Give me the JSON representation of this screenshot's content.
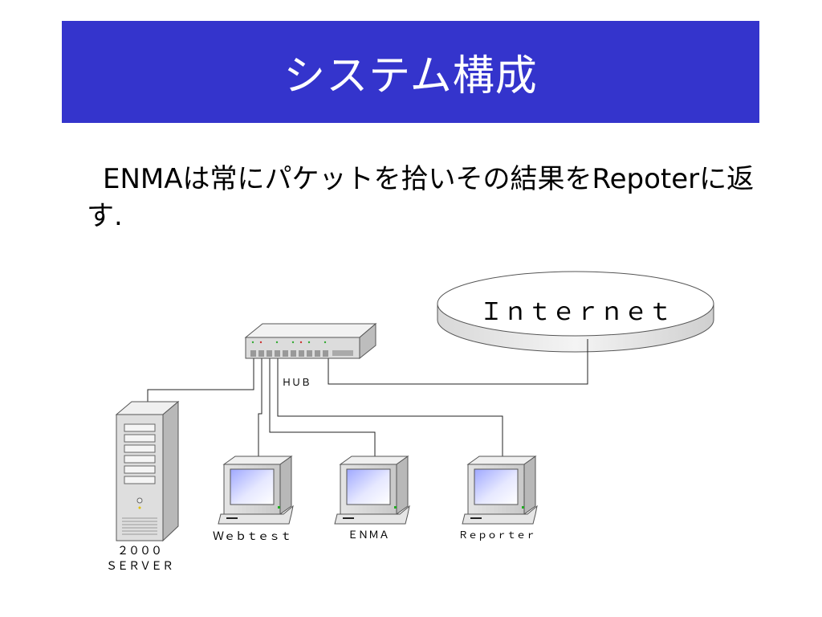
{
  "slide": {
    "title": "システム構成",
    "body_text": "ENMAは常にパケットを拾いその結果をRepoterに返す."
  },
  "diagram": {
    "internet_label": "Ｉｎｔｅｒｎｅｔ",
    "hub_label": "ＨＵＢ",
    "server_label_line1": "２０００",
    "server_label_line2": "ＳＥＲＶＥＲ",
    "pc_webtest_label": "Ｗｅｂｔｅｓｔ",
    "pc_enma_label": "ＥＮＭＡ",
    "pc_reporter_label": "Ｒｅｐｏｒｔｅｒ"
  },
  "colors": {
    "title_background": "#3434cc",
    "title_text": "#ffffff"
  }
}
